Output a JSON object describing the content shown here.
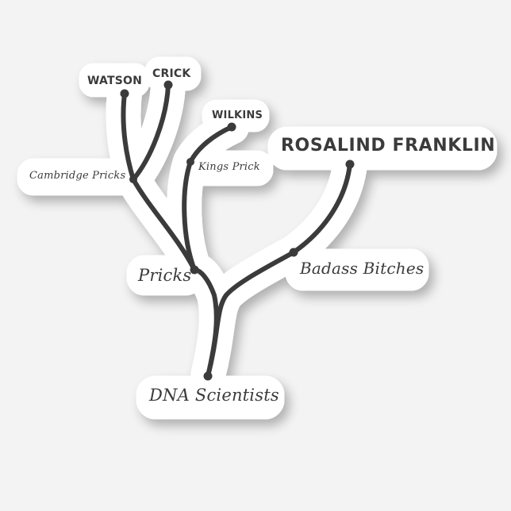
{
  "colors": {
    "background": "#f3f3f3",
    "sticker": "#ffffff",
    "branch": "#3b3b3b",
    "text": "#3b3b3b"
  },
  "nodes": {
    "watson": "WATSON",
    "crick": "CRICK",
    "wilkins": "WILKINS",
    "rosalind_franklin": "ROSALIND FRANKLIN",
    "cambridge_pricks": "Cambridge Pricks",
    "kings_prick": "Kings Prick",
    "pricks": "Pricks",
    "badass_bitches": "Badass Bitches",
    "dna_scientists": "DNA Scientists"
  }
}
